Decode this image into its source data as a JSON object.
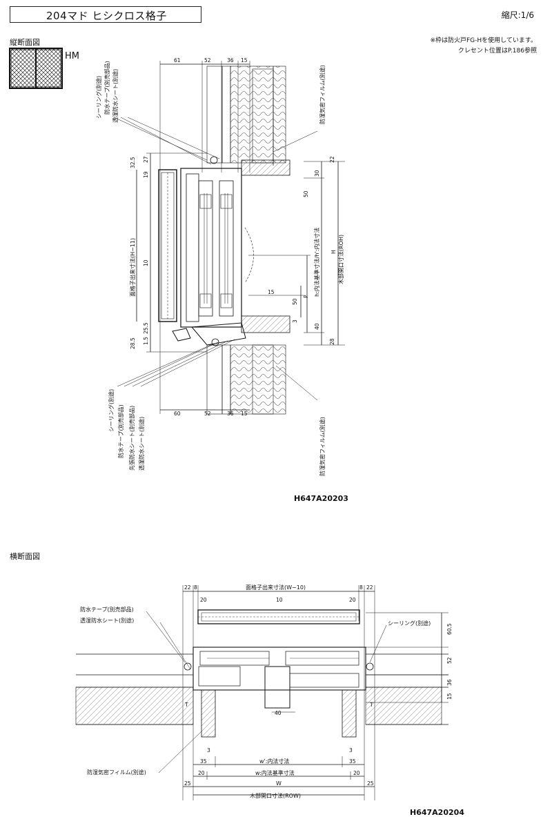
{
  "title": "204マド ヒシクロス格子",
  "scale": "縮尺:1/6",
  "notes": [
    "※枠は防火戸FG-Hを使用しています。",
    "クレセント位置はP.186参照"
  ],
  "vertical_section": {
    "label": "縦断面図",
    "icon_label": "HM",
    "code": "H647A20203",
    "top_dims": [
      "61",
      "52",
      "36",
      "15"
    ],
    "bottom_dims": [
      "60",
      "52",
      "36",
      "15"
    ],
    "left_dims": [
      "32.5",
      "27",
      "19",
      "10",
      "25.5",
      "1.5",
      "28.5"
    ],
    "right_dims": [
      "22",
      "30",
      "50",
      "15",
      "50",
      "3",
      "40",
      "28"
    ],
    "letter_dims": [
      "P",
      "H"
    ],
    "dim_text_left": "面格子出来寸法(H−11)",
    "dim_text_hh": "h:内法基準寸法/h':内法寸法",
    "dim_text_roh": "木部開口寸法(ROH)",
    "callouts_top": [
      "シーリング(別途)",
      "防水テープ(別売部品)",
      "透湿防水シート(別途)"
    ],
    "callout_top_right": "防湿気密フィルム(別途)",
    "callouts_bottom": [
      "シーリング(別途)",
      "防水テープ(別売部品)",
      "先張防水シート(別売部品)",
      "透湿防水シート(別途)"
    ],
    "callout_bottom_right": "防湿気密フィルム(別途)"
  },
  "horizontal_section": {
    "label": "横断面図",
    "code": "H647A20204",
    "top_text": "面格子出来寸法(W−10)",
    "top_dims": [
      "22",
      "8",
      "8",
      "22",
      "20",
      "10",
      "20"
    ],
    "right_dims": [
      "60.5",
      "52",
      "36",
      "15"
    ],
    "mid_dims": [
      "40",
      "T",
      "T",
      "3",
      "3"
    ],
    "bottom_rows": [
      {
        "left": "35",
        "text": "w':内法寸法",
        "right": "35"
      },
      {
        "left": "20",
        "text": "w:内法基準寸法",
        "right": "20"
      },
      {
        "left": "25",
        "text": "W",
        "right": "25"
      },
      {
        "left": "",
        "text": "木部開口寸法(ROW)",
        "right": ""
      }
    ],
    "callouts_left": [
      "防水テープ(別売部品)",
      "透湿防水シート(別途)"
    ],
    "callout_right": "シーリング(別途)",
    "callout_bottom": "防湿気密フィルム(別途)"
  }
}
